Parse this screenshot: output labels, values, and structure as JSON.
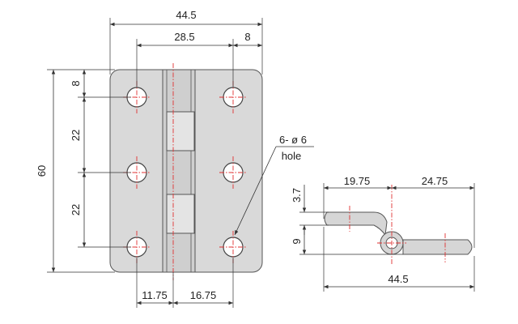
{
  "front_view": {
    "overall_width": "44.5",
    "hole_spacing_horizontal": "28.5",
    "hole_edge_offset_right": "8",
    "hole_edge_offset_top": "8",
    "hole_spacing_vertical_1": "22",
    "hole_spacing_vertical_2": "22",
    "overall_height": "60",
    "bottom_offset_left": "11.75",
    "bottom_offset_right": "16.75",
    "hole_note_count": "6- ø 6",
    "hole_note_label": "hole"
  },
  "side_view": {
    "thickness_top": "3.7",
    "leaf_length_left": "19.75",
    "leaf_length_right": "24.75",
    "knuckle_height": "9",
    "overall_length": "44.5"
  },
  "colors": {
    "plate_fill": "#d9d9d9",
    "center_line": "#e03030",
    "dimension_line": "#333333"
  }
}
